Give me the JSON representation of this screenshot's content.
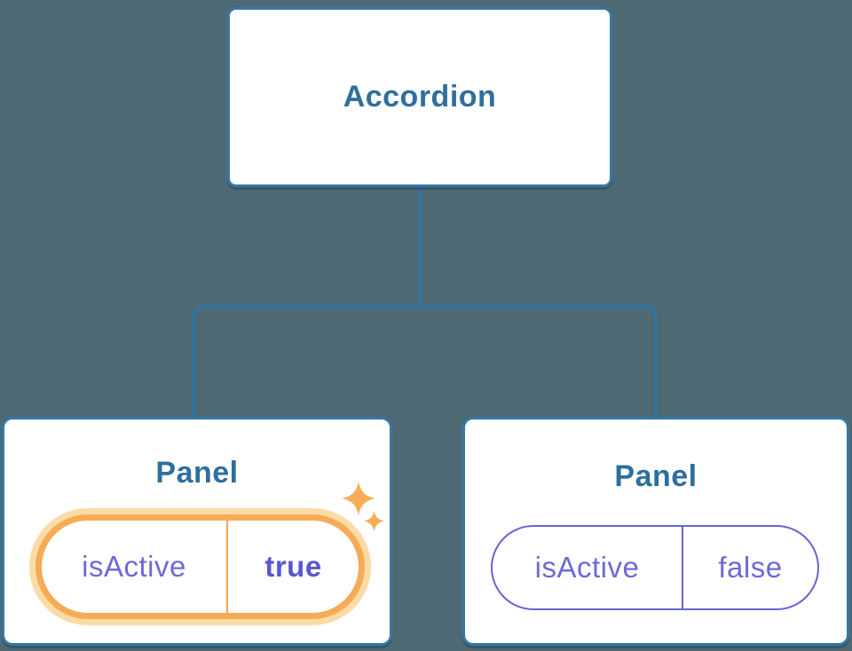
{
  "diagram": {
    "root": {
      "label": "Accordion"
    },
    "panels": [
      {
        "label": "Panel",
        "prop": "isActive",
        "value": "true",
        "highlighted": true
      },
      {
        "label": "Panel",
        "prop": "isActive",
        "value": "false",
        "highlighted": false
      }
    ]
  },
  "icons": {
    "sparkles": "sparkles-icon"
  },
  "colors": {
    "background": "#4d6973",
    "node_fill": "#ffffff",
    "node_border": "#3478a6",
    "connector_line": "#2e74a6",
    "title_text": "#2e6f9d",
    "state_text": "#6b6bd8",
    "state_value_active_text": "#5757d1",
    "active_ring": "#f6ab56",
    "active_halo": "#fbdba6",
    "active_divider": "#f2a74e",
    "inactive_pill_border": "#6565d4",
    "sparkle": "#f6ad55"
  }
}
